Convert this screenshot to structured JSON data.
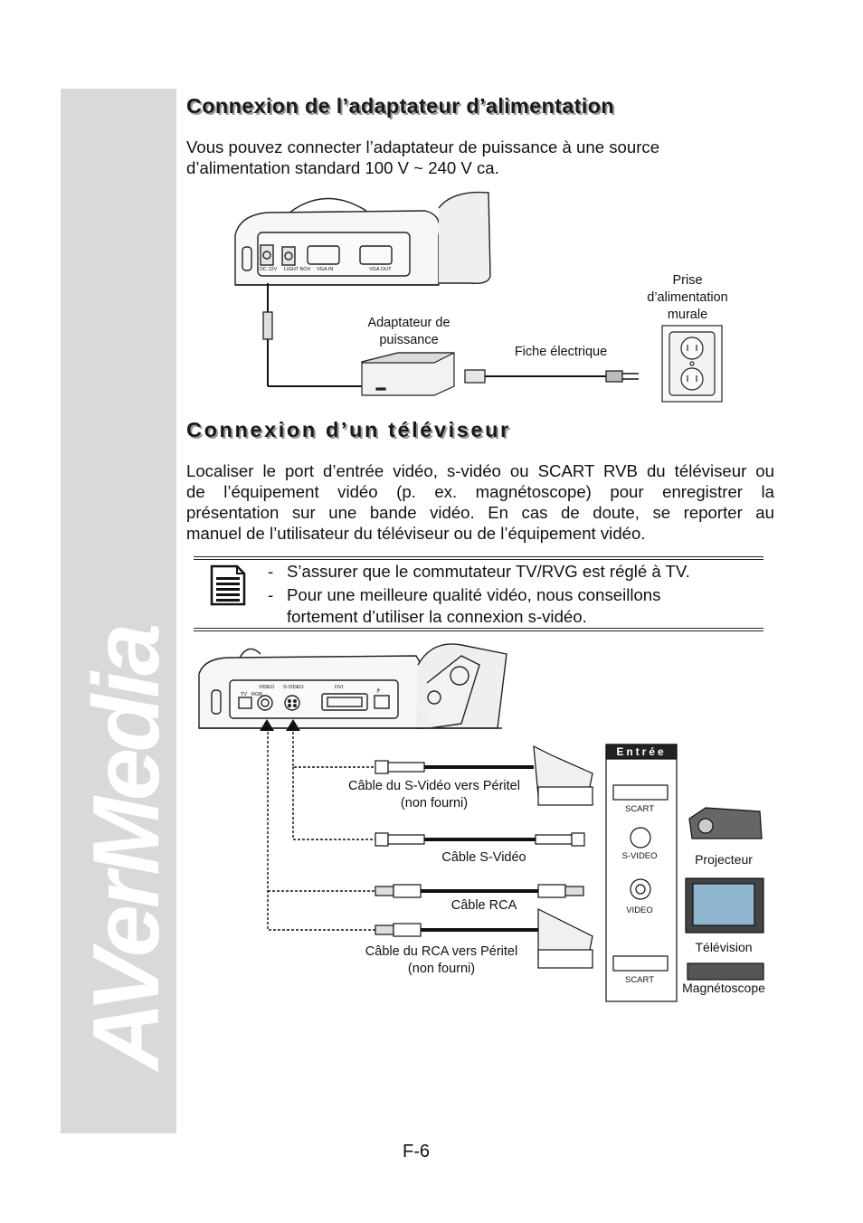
{
  "brand": "AVerMedia",
  "section1": {
    "title": "Connexion de l’adaptateur d’alimentation",
    "para_lines": [
      "Vous pouvez connecter l’adaptateur de puissance à une source",
      "d’alimentation standard 100 V ~ 240 V ca."
    ]
  },
  "diagram1": {
    "ports": [
      "DC 12V",
      "LIGHT BOX",
      "VGA IN",
      "VGA OUT"
    ],
    "labels": {
      "adapter_line1": "Adaptateur de",
      "adapter_line2": "puissance",
      "plug": "Fiche électrique",
      "outlet_line1": "Prise",
      "outlet_line2": "d’alimentation",
      "outlet_line3": "murale"
    }
  },
  "section2": {
    "title": "Connexion d’un téléviseur",
    "para_lines": [
      "Localiser le port d’entrée vidéo, s-vidéo ou SCART RVB du téléviseur ou",
      "de l’équipement vidéo (p. ex. magnétoscope) pour enregistrer la",
      "présentation sur une bande vidéo. En cas de doute, se reporter au",
      "manuel de l’utilisateur du téléviseur ou de l’équipement vidéo."
    ]
  },
  "note": {
    "dash": "-",
    "item1": "S’assurer que le commutateur TV/RVG est réglé à TV.",
    "item2_line1": "Pour une meilleure qualité vidéo, nous conseillons",
    "item2_line2": "fortement d’utiliser la connexion s-vidéo."
  },
  "diagram2": {
    "ports": {
      "tv": "TV",
      "rgb": "RGB",
      "video": "VIDEO",
      "svideo": "S-VIDEO",
      "dvi": "DVI",
      "usb": "⭍"
    },
    "cables": {
      "svideo_scart_line1": "Câble du S-Vidéo vers Péritel",
      "svideo_scart_line2": "(non fourni)",
      "svideo": "Câble S-Vidéo",
      "rca": "Câble RCA",
      "rca_scart_line1": "Câble du RCA vers Péritel",
      "rca_scart_line2": "(non fourni)"
    },
    "input_panel": {
      "title": "Entrée",
      "items": [
        "SCART",
        "S-VIDEO",
        "VIDEO",
        "SCART"
      ]
    },
    "devices": [
      "Projecteur",
      "Télévision",
      "Magnétoscope"
    ]
  },
  "page_number": "F-6"
}
